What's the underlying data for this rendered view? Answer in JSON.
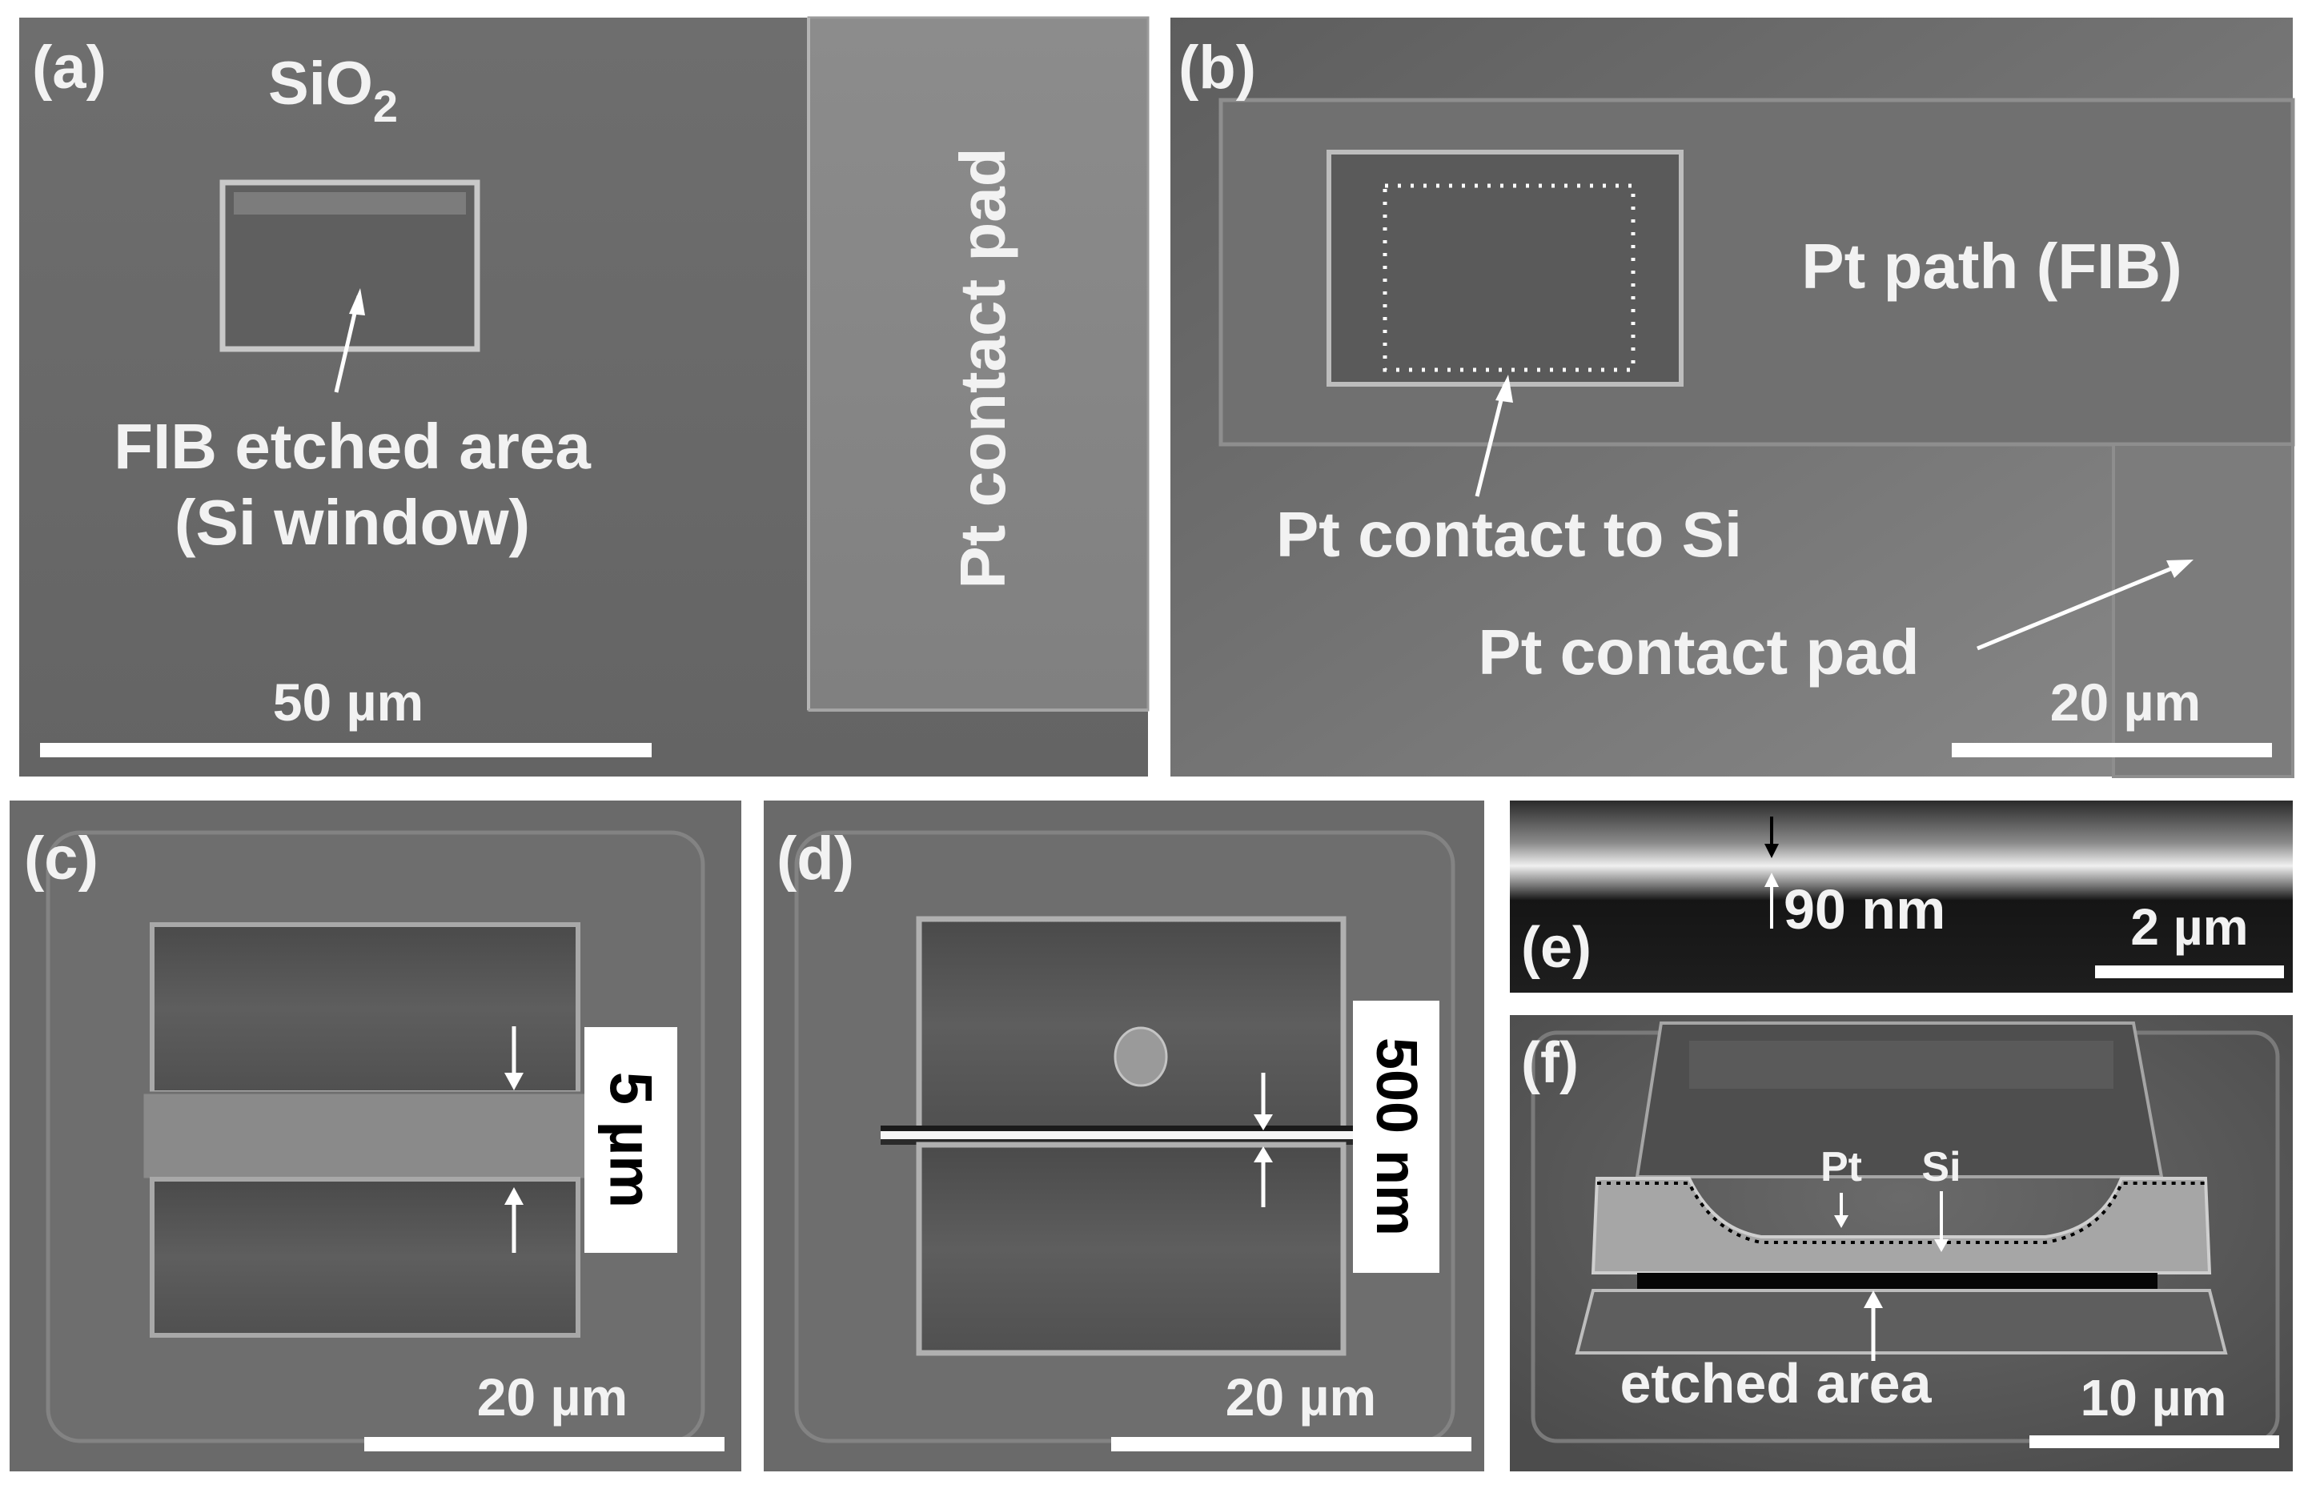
{
  "panels": {
    "a": {
      "label": "(a)",
      "material_prefix": "SiO",
      "material_subscript": "2",
      "etched_line1": "FIB etched area",
      "etched_line2": "(Si window)",
      "pad_label": "Pt contact pad",
      "scale": "50 µm"
    },
    "b": {
      "label": "(b)",
      "path_label": "Pt path (FIB)",
      "contact_label": "Pt contact to Si",
      "pad_label": "Pt contact pad",
      "scale": "20 µm"
    },
    "c": {
      "label": "(c)",
      "width_label": "5 µm",
      "scale": "20 µm"
    },
    "d": {
      "label": "(d)",
      "width_label": "500 nm",
      "scale": "20 µm"
    },
    "e": {
      "label": "(e)",
      "thickness_label": "90 nm",
      "scale": "2 µm"
    },
    "f": {
      "label": "(f)",
      "pt_label": "Pt",
      "si_label": "Si",
      "etched_label": "etched area",
      "scale": "10 µm"
    }
  },
  "colors": {
    "background": "#ffffff",
    "sem_gray": "#6b6b6b",
    "label_white": "#f2f2f2"
  }
}
